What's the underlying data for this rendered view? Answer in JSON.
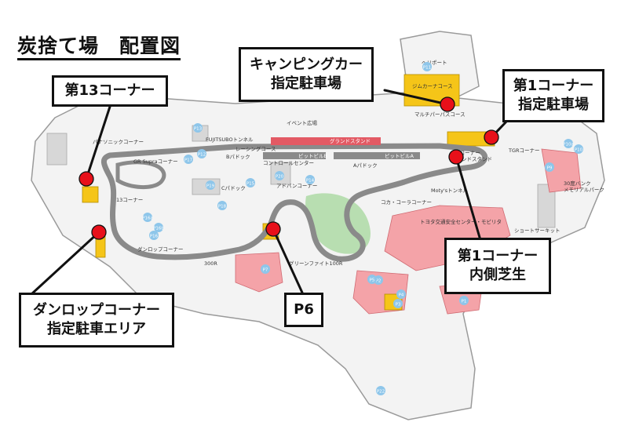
{
  "title": "炭捨て場　配置図",
  "callouts": {
    "camping": [
      "キャンピングカー",
      "指定駐車場"
    ],
    "corner13": [
      "第13コーナー"
    ],
    "corner1_parking": [
      "第1コーナー",
      "指定駐車場"
    ],
    "dunlop": [
      "ダンロップコーナー",
      "指定駐車エリア"
    ],
    "p6": [
      "P6"
    ],
    "corner1_inside": [
      "第1コーナー",
      "内側芝生"
    ]
  },
  "map_labels": {
    "heliport": "ヘリポート",
    "gymkhana": "ジムカーナコース",
    "multipurpose": "マルチパーパスコース",
    "event_plaza": "イベント広場",
    "grandstand": "グランドスタンド",
    "panasonic": "パナソニックコーナー",
    "fujitsubo": "FUJITSUBOトンネル",
    "racing_course": "レーシングコース",
    "b_paddock": "Bパドック",
    "control_center": "コントロールセンター",
    "pit_a": "ピットビルA",
    "pit_b": "ピットビルB",
    "a_paddock": "Aパドック",
    "first_corner_stand": "第1コーナー\nグランドスタンド",
    "tgr_corner": "TGRコーナー",
    "gr_supra": "GR Supraコーナー",
    "c_paddock": "Cパドック",
    "advan": "アドバンコーナー",
    "coca_cola": "コカ・コーラコーナー",
    "moty": "Moty'sトンネル",
    "bank_30": "30度バンク\nメモリアルパーク",
    "corner13_lbl": "13コーナー",
    "dunlop_lbl": "ダンロップコーナー",
    "r300": "300R",
    "green_fight": "グリーンファイト100R",
    "toyota_center": "トヨタ交通安全センター・モビリタ",
    "short_circuit": "ショートサーキット"
  },
  "parking": [
    "P1",
    "P2",
    "P3",
    "P4",
    "P5",
    "P6",
    "P7",
    "P9",
    "P10",
    "P10a",
    "P11",
    "P12",
    "P13",
    "P14",
    "P15",
    "P16",
    "P16a",
    "P16b",
    "P17",
    "P18",
    "P19",
    "P20",
    "P22"
  ],
  "colors": {
    "asphalt": "#8a8a8a",
    "yellow": "#f5c518",
    "marker_red": "#e8101a",
    "pink": "#f4a3a8",
    "blue_pin": "#8ec6ea",
    "green": "#a9d8a0"
  }
}
